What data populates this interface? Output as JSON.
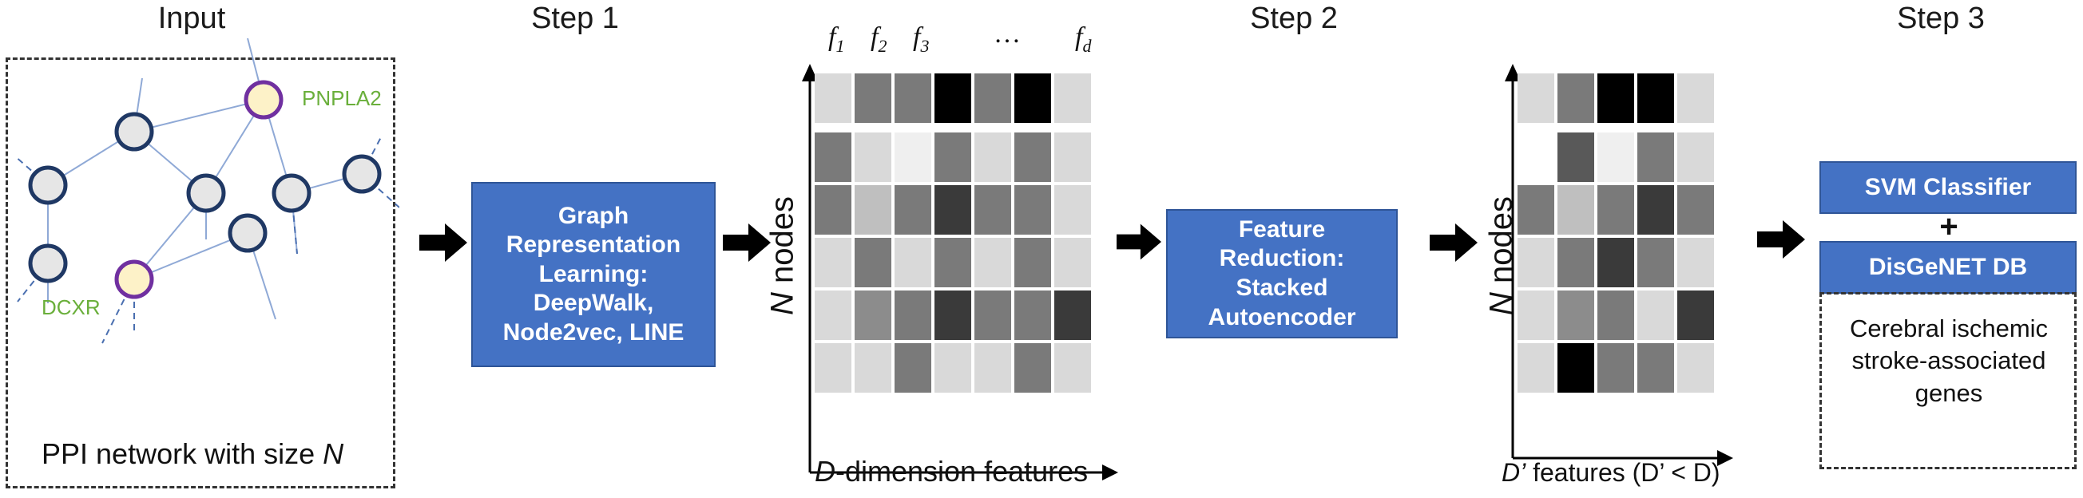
{
  "titles": {
    "input": "Input",
    "step1": "Step 1",
    "step2": "Step 2",
    "step3": "Step 3"
  },
  "network": {
    "labels": {
      "pnpla2": "PNPLA2",
      "dcxr": "DCXR"
    },
    "caption_prefix": "PPI network with size ",
    "caption_var": "N"
  },
  "step1_box": "Graph Representation Learning: DeepWalk, Node2vec, LINE",
  "step2_box": "Feature Reduction: Stacked Autoencoder",
  "matrix1": {
    "feature_labels": [
      "f",
      "f",
      "f",
      "…",
      "f"
    ],
    "feature_subs": [
      "1",
      "2",
      "3",
      "",
      "d"
    ],
    "ylabel_var": "N",
    "ylabel_rest": " nodes",
    "xlabel_var": "D",
    "xlabel_rest": "-dimension features"
  },
  "matrix2": {
    "ylabel_var": "N",
    "ylabel_rest": " nodes",
    "xlabel_var": "D’",
    "xlabel_rest": " features (D’ < D)"
  },
  "step3": {
    "svm": "SVM Classifier",
    "plus": "+",
    "db": "DisGeNET DB",
    "result": "Cerebral ischemic stroke-associated genes"
  },
  "colors": {
    "box_blue": "#4472c4",
    "node_fill": "#e6e6e6",
    "node_stroke": "#1f3864",
    "highlight_stroke": "#7030a0",
    "highlight_fill": "#fdf2c8",
    "label_green": "#6aaf3b"
  }
}
